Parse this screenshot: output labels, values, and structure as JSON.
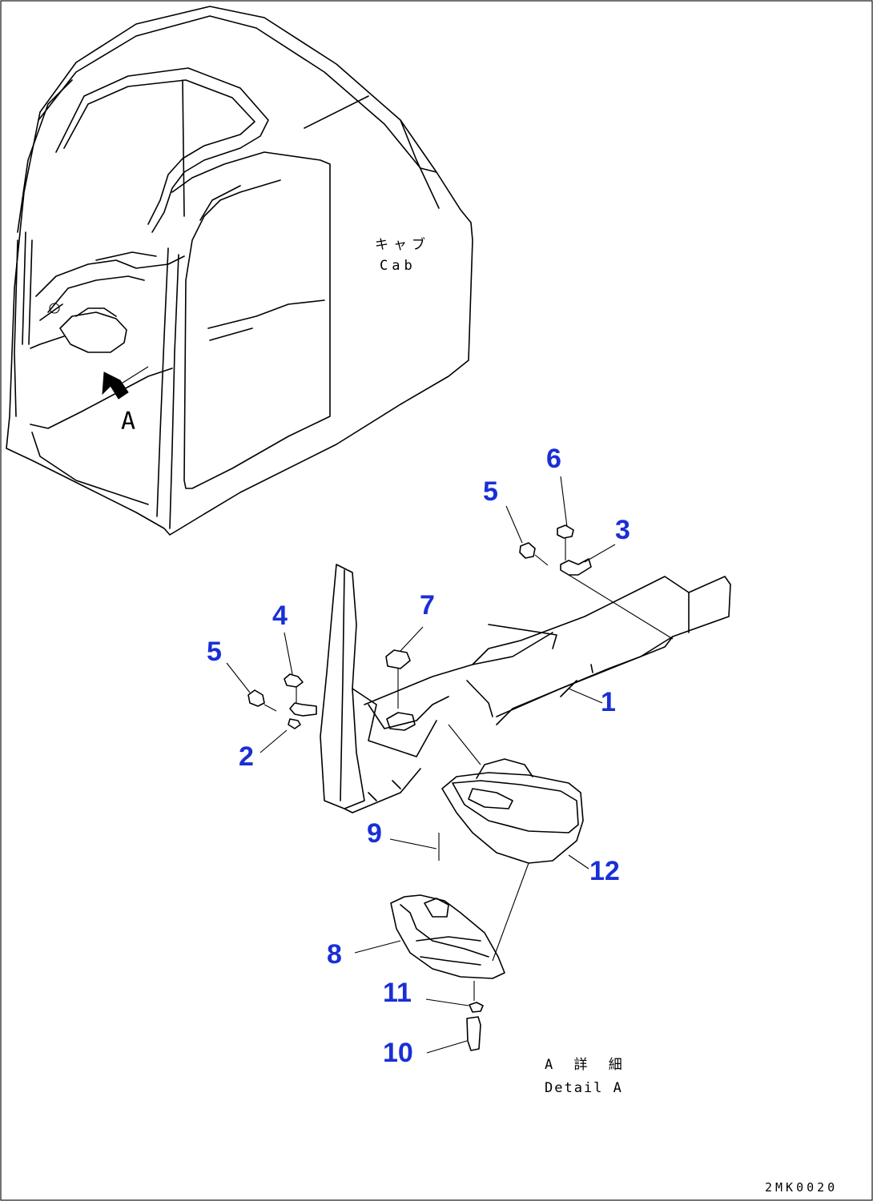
{
  "cab_label": {
    "jp": "キャブ",
    "en": "Cab"
  },
  "view_letter": "A",
  "detail_label": {
    "jp": "A 詳 細",
    "en": "Detail A"
  },
  "drawing_code": "2MK0020",
  "callouts": [
    "1",
    "2",
    "3",
    "4",
    "5",
    "6",
    "7",
    "8",
    "9",
    "10",
    "11",
    "12",
    "5"
  ]
}
